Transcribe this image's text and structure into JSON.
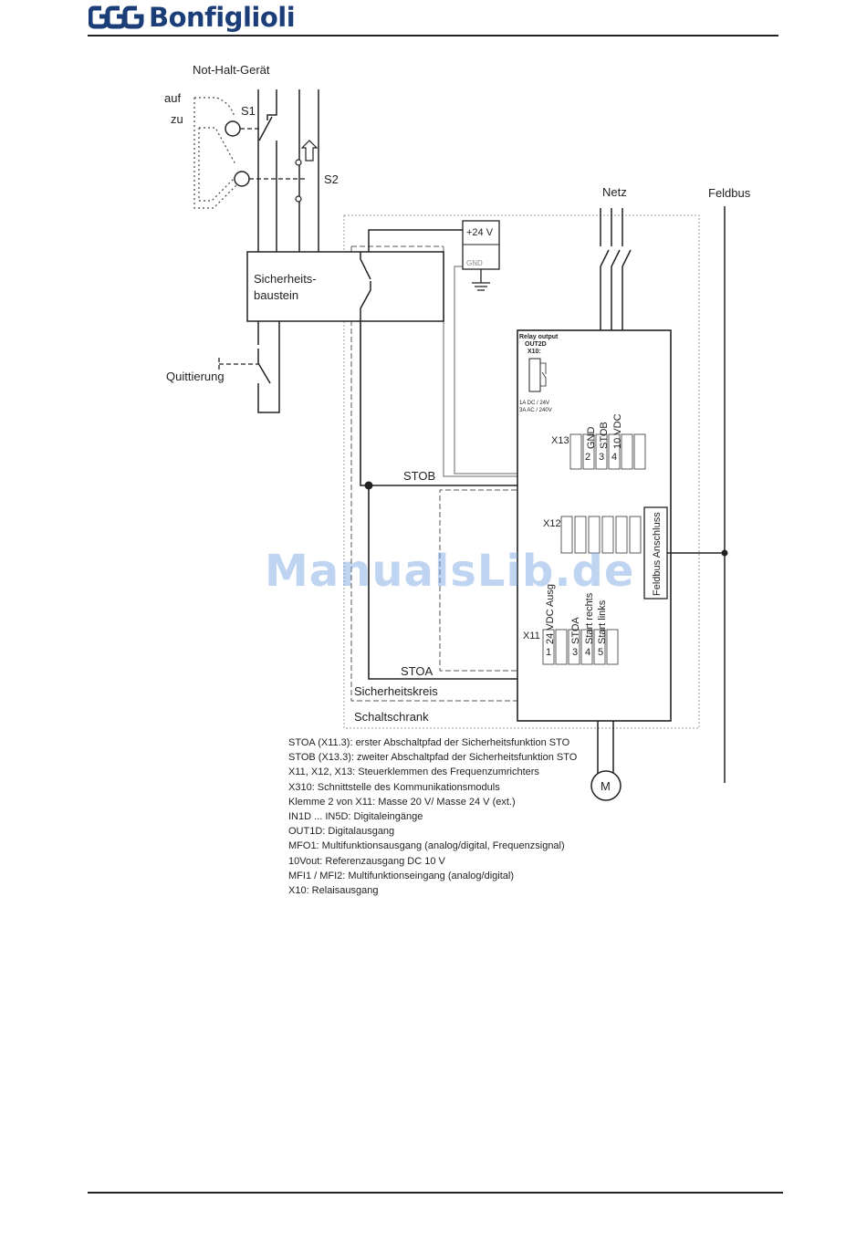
{
  "brand": {
    "name": "Bonfiglioli",
    "color": "#1c3e78"
  },
  "diagram": {
    "estop_device": "Not-Halt-Gerät",
    "pos_open": "auf",
    "pos_closed": "zu",
    "switch_s1": "S1",
    "switch_s2": "S2",
    "safety_module_line1": "Sicherheits-",
    "safety_module_line2": "baustein",
    "acknowledge": "Quittierung",
    "supply_24v": "+24 V",
    "gnd": "GND",
    "mains": "Netz",
    "fieldbus": "Feldbus",
    "relay_title1": "Relay output",
    "relay_title2": "OUT2D",
    "relay_title3": "X10:",
    "relay_rating1": "1A DC / 24V",
    "relay_rating2": "3A AC / 240V",
    "x13": "X13",
    "x13_gnd": "GND",
    "x13_stob": "STOB",
    "x13_10vdc": "10 VDC",
    "x13_n2": "2",
    "x13_n3": "3",
    "x13_n4": "4",
    "x12": "X12",
    "fieldbus_connection": "Feldbus Anschluss",
    "x11": "X11",
    "x11_24vdc": "24 VDC Ausg",
    "x11_stoa": "STOA",
    "x11_start_right": "Start rechts",
    "x11_start_left": "Start links",
    "x11_n1": "1",
    "x11_n3": "3",
    "x11_n4": "4",
    "x11_n5": "5",
    "stob": "STOB",
    "stoa": "STOA",
    "safety_circuit": "Sicherheitskreis",
    "control_cabinet": "Schaltschrank",
    "motor": "M"
  },
  "watermark": "ManualsLib.de",
  "legend": [
    "STOA (X11.3): erster Abschaltpfad der Sicherheitsfunktion STO",
    "STOB (X13.3): zweiter Abschaltpfad der Sicherheitsfunktion STO",
    "X11, X12, X13: Steuerklemmen des Frequenzumrichters",
    "X310: Schnittstelle des Kommunikationsmoduls",
    "Klemme 2 von X11: Masse 20 V/ Masse 24 V (ext.)",
    "IN1D ... IN5D: Digitaleingänge",
    "OUT1D: Digitalausgang",
    "MFO1: Multifunktionsausgang (analog/digital, Frequenzsignal)",
    "10Vout: Referenzausgang DC 10 V",
    "MFI1 / MFI2: Multifunktionseingang (analog/digital)",
    "X10: Relaisausgang"
  ]
}
